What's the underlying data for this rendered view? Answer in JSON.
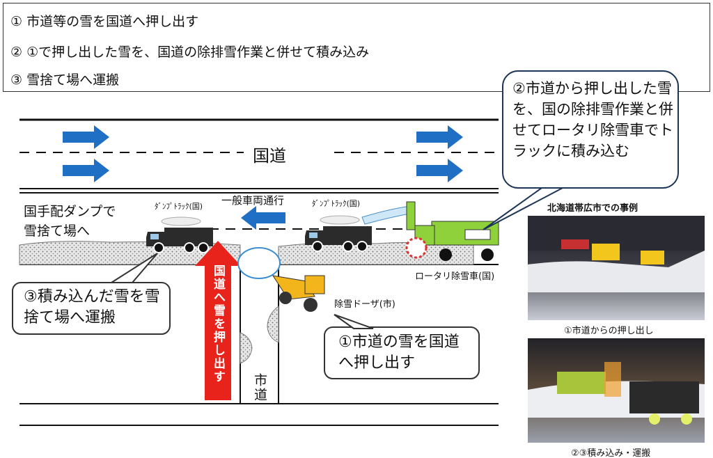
{
  "steps": [
    "① 市道等の雪を国道へ押し出す",
    "② ①で押し出した雪を、国道の除排雪作業と併せて積み込み",
    "③ 雪捨て場へ運搬"
  ],
  "diagram": {
    "national_road_label": "国道",
    "general_traffic_label": "一般車両通行",
    "dump_truck_label_left": "ﾀﾞﾝﾌﾟﾄﾗｯｸ(国)",
    "dump_truck_label_right": "ﾀﾞﾝﾌﾟﾄﾗｯｸ(国)",
    "dump_to_dump_site": "国手配ダンプで\n雪捨て場へ",
    "rotary_label": "ロータリ除雪車(国)",
    "dozer_label": "除雪ドーザ(市)",
    "push_arrow_text": "国道へ雪を押し出す",
    "city_road_label": "市道",
    "callout_1": "①市道の雪を国道へ押し出す",
    "callout_2": "②市道から押し出した雪を、国の除排雪作業と併せてロータリ除雪車でトラックに積み込む",
    "callout_3": "③積み込んだ雪を雪捨て場へ運搬"
  },
  "photos": {
    "title": "北海道帯広市での事例",
    "caption_1": "①市道からの押し出し",
    "caption_2": "②③積み込み・運搬"
  },
  "colors": {
    "arrow_blue": "#1f6fc4",
    "push_arrow_red": "#e8231b",
    "callout_border": "#1d3557",
    "rotary_green": "#8fd13b",
    "dozer_yellow": "#f2b51c"
  }
}
